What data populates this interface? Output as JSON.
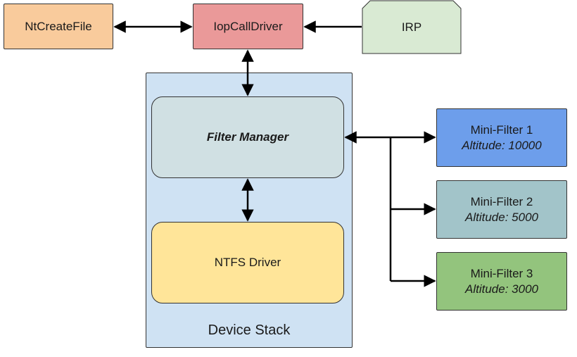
{
  "nodes": {
    "ntcreatefile": {
      "label": "NtCreateFile",
      "color": "#f9cb9c"
    },
    "iopcalldriver": {
      "label": "IopCallDriver",
      "color": "#ea9999"
    },
    "irp": {
      "label": "IRP",
      "color": "#d9ead3"
    },
    "device_stack": {
      "label": "Device Stack",
      "color": "#cfe2f3"
    },
    "filter_manager": {
      "label": "Filter Manager",
      "color": "#d0e0e3"
    },
    "ntfs_driver": {
      "label": "NTFS Driver",
      "color": "#ffe599"
    },
    "mini_filters": [
      {
        "name": "Mini-Filter 1",
        "altitude": "Altitude: 10000",
        "color": "#6d9eeb"
      },
      {
        "name": "Mini-Filter 2",
        "altitude": "Altitude: 5000",
        "color": "#a2c4c9"
      },
      {
        "name": "Mini-Filter 3",
        "altitude": "Altitude: 3000",
        "color": "#93c47d"
      }
    ]
  },
  "colors": {
    "line": "#000000",
    "border": "#333333"
  }
}
